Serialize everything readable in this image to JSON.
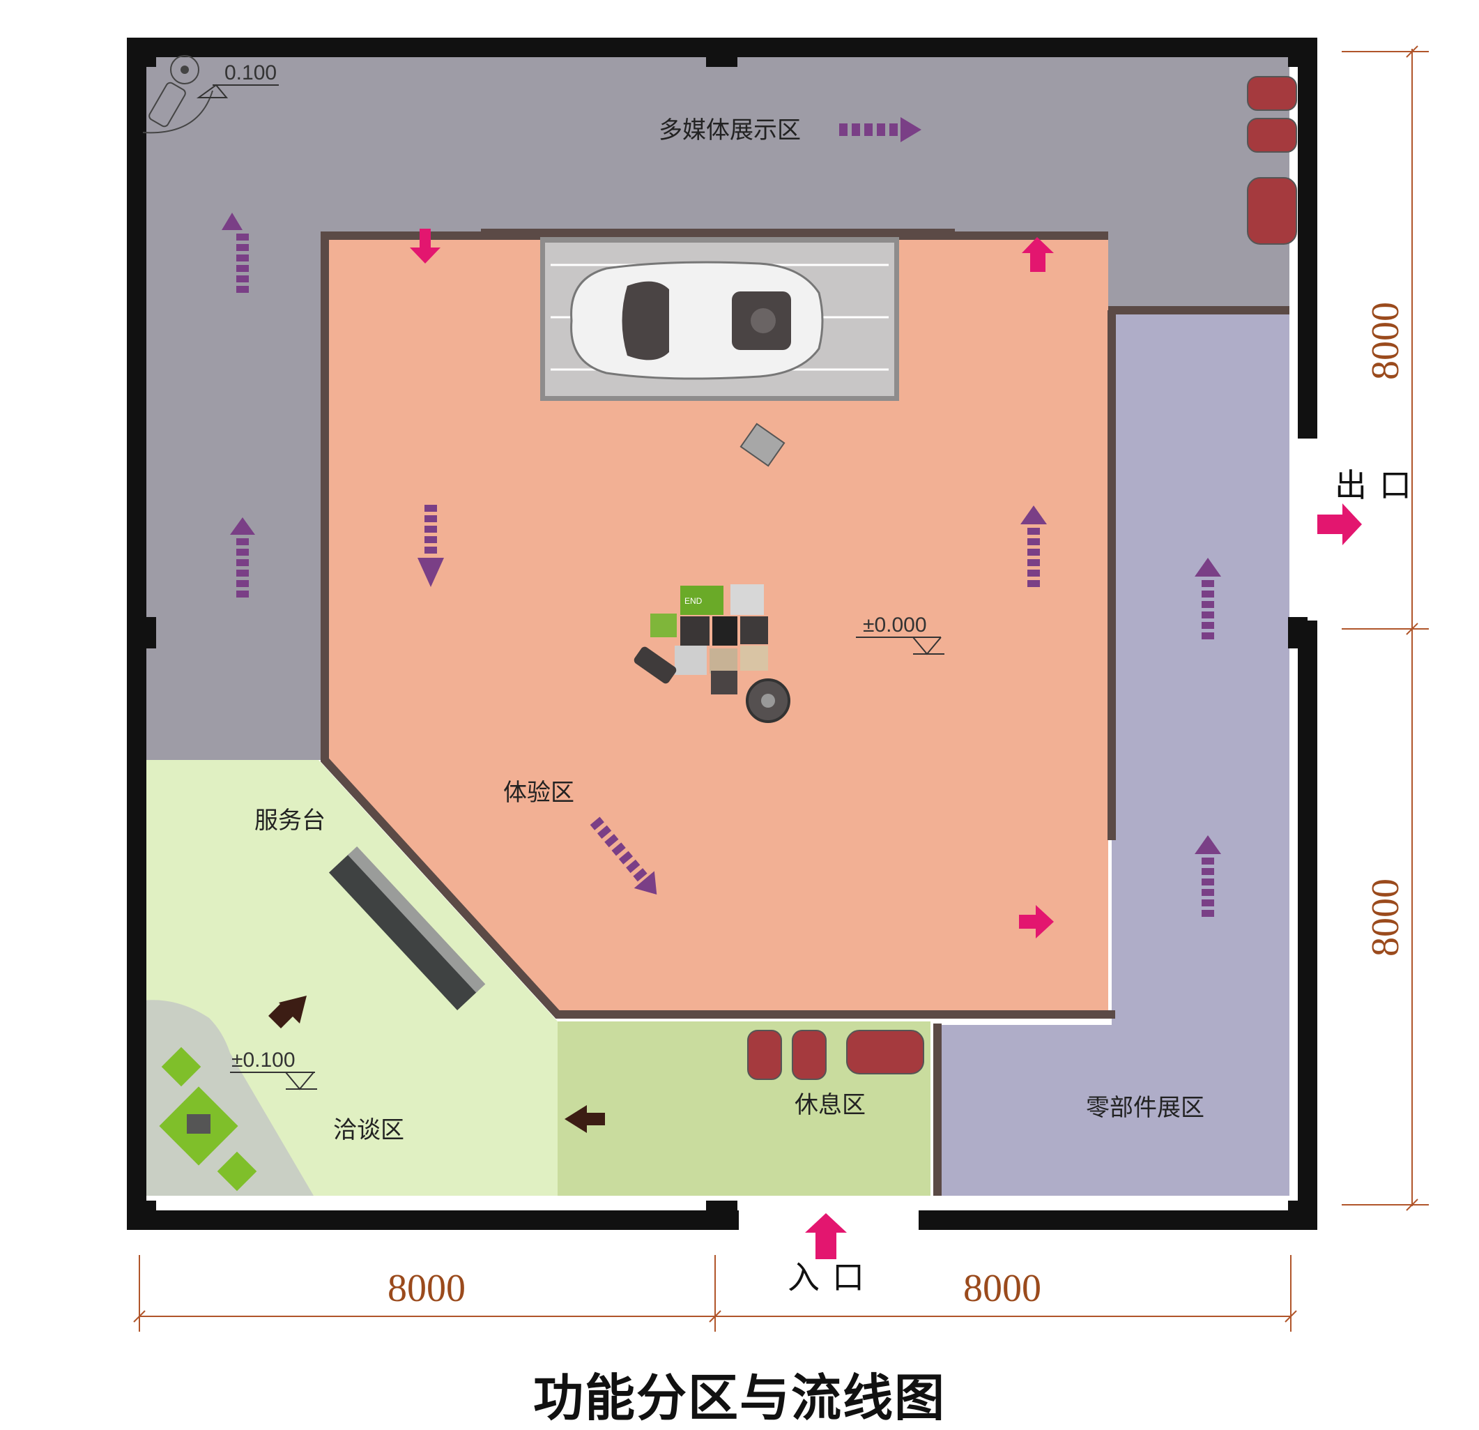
{
  "title": "功能分区与流线图",
  "zones": {
    "multimedia": "多媒体展示区",
    "experience": "体验区",
    "service_desk": "服务台",
    "negotiation": "洽谈区",
    "rest": "休息区",
    "parts": "零部件展区"
  },
  "elevations": {
    "top_left": "0.100",
    "center": "±0.000",
    "lower_left": "±0.100"
  },
  "doors": {
    "exit": "出口",
    "entrance": "入口"
  },
  "dimensions": {
    "bottom_left": "8000",
    "bottom_right": "8000",
    "right_top": "8000",
    "right_bottom": "8000"
  },
  "furniture": {
    "cube_label": "END"
  },
  "colors": {
    "multimedia_zone": "#9e9ca6",
    "experience_zone": "#f2b094",
    "parts_zone": "#afadc8",
    "service_zone": "#e0f0c2",
    "rest_zone": "#c9dc9e",
    "wall": "#111111",
    "flow_arrow": "#7a3f86",
    "key_arrow": "#e3166f",
    "dimension_line": "#b0552a"
  }
}
